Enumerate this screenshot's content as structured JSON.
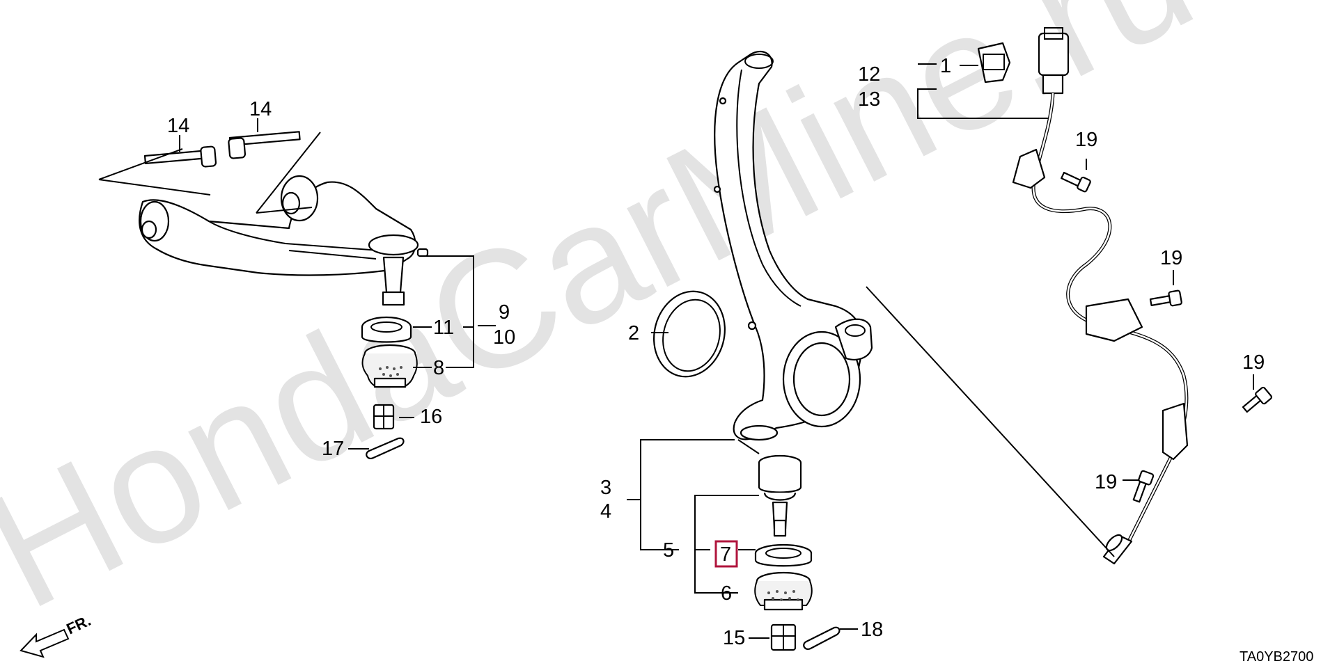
{
  "watermark": "HondaCarMine.ru",
  "diagram_code": "TA0YB2700",
  "direction_label": "FR.",
  "highlighted_label": "7",
  "callouts": {
    "c1": "1",
    "c2": "2",
    "c3": "3",
    "c4": "4",
    "c5": "5",
    "c6": "6",
    "c8": "8",
    "c9": "9",
    "c10": "10",
    "c11": "11",
    "c12": "12",
    "c13": "13",
    "c14a": "14",
    "c14b": "14",
    "c15": "15",
    "c16": "16",
    "c17": "17",
    "c18": "18",
    "c19a": "19",
    "c19b": "19",
    "c19c": "19",
    "c19d": "19"
  },
  "parts": [
    {
      "name": "upper-control-arm",
      "callouts": [
        "9",
        "10"
      ]
    },
    {
      "name": "ball-joint-boot-upper",
      "callouts": [
        "8",
        "11"
      ]
    },
    {
      "name": "knuckle",
      "callouts": [
        "3",
        "4"
      ]
    },
    {
      "name": "dust-shield-ring",
      "callouts": [
        "2"
      ]
    },
    {
      "name": "ball-joint-lower",
      "callouts": [
        "5"
      ]
    },
    {
      "name": "circlip-boot-lower",
      "callouts": [
        "6",
        "7"
      ]
    },
    {
      "name": "abs-wheel-speed-sensor",
      "callouts": [
        "1",
        "12",
        "13"
      ]
    },
    {
      "name": "bolt",
      "callouts": [
        "14",
        "19"
      ]
    },
    {
      "name": "castle-nut",
      "callouts": [
        "15",
        "16"
      ]
    },
    {
      "name": "cotter-pin",
      "callouts": [
        "17",
        "18"
      ]
    }
  ]
}
